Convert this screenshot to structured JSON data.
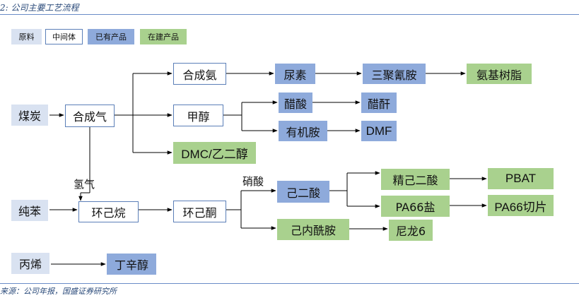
{
  "caption": "2: 公司主要工艺流程",
  "source": "来源：公司年报，国盛证券研究所",
  "legend": {
    "raw": "原料",
    "intermediate": "中间体",
    "existing": "已有产品",
    "building": "在建产品"
  },
  "nodes": {
    "coal": "煤炭",
    "syngas": "合成气",
    "ammonia": "合成氨",
    "methanol": "甲醇",
    "dmc_eg": "DMC/乙二醇",
    "urea": "尿素",
    "melamine": "三聚氰胺",
    "amino_resin": "氨基树脂",
    "acetic_acid": "醋酸",
    "acetic_anhydride": "醋酐",
    "organic_amine": "有机胺",
    "dmf": "DMF",
    "benzene": "纯苯",
    "cyclohexane": "环己烷",
    "cyclohexanone": "环己酮",
    "adipic_acid": "己二酸",
    "refined_adipic_acid": "精己二酸",
    "pbat": "PBAT",
    "pa66_salt": "PA66盐",
    "pa66_chips": "PA66切片",
    "caprolactam": "己内酰胺",
    "nylon6": "尼龙6",
    "propylene": "丙烯",
    "octanol": "丁辛醇"
  },
  "labels": {
    "hydrogen": "氢气",
    "nitric_acid": "硝酸"
  },
  "colors": {
    "raw": "#d9e2f1",
    "intermediate_border": "#5b7fb8",
    "existing": "#8eaadb",
    "building": "#a9d18e",
    "line": "#000000"
  }
}
